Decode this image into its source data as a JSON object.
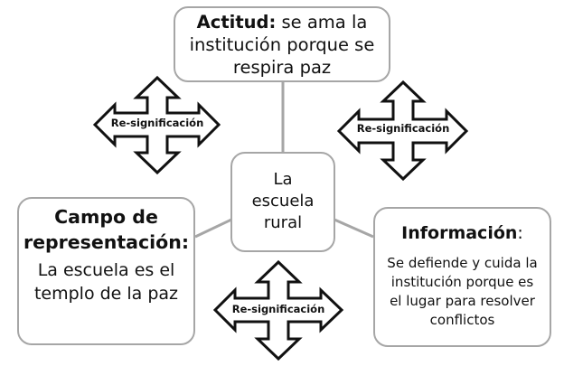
{
  "nodes": {
    "actitud": {
      "title": "Actitud:",
      "text_rest": " se ama la",
      "line2": "institución porque se",
      "line3": "respira paz"
    },
    "centro": {
      "line1": "La",
      "line2": "escuela",
      "line3": "rural"
    },
    "campo": {
      "title_line1": "Campo de",
      "title_line2": "representación:",
      "body": "La escuela es el templo de la paz"
    },
    "informacion": {
      "title": "Información",
      "colon": ":",
      "body": "Se defiende y cuida la institución porque es el lugar para resolver conflictos"
    }
  },
  "arrows": [
    {
      "label": "Re-significación"
    },
    {
      "label": "Re-significación"
    },
    {
      "label": "Re-significación"
    }
  ],
  "colors": {
    "box_border": "#a6a6a6",
    "connector": "#a6a6a6",
    "arrow_stroke": "#111111",
    "arrow_fill": "#ffffff"
  }
}
